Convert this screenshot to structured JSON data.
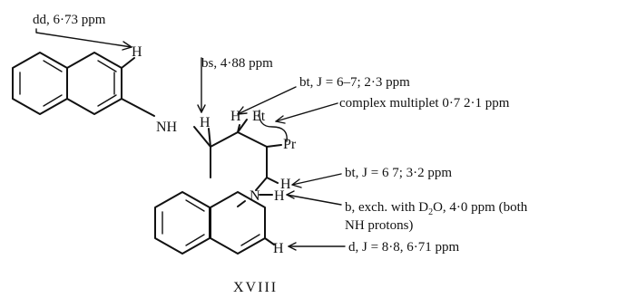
{
  "compound_label": "XVIII",
  "atoms": {
    "h_top": "H",
    "nh": "NH",
    "h_left": "H",
    "h_mid": "H",
    "et": "Et",
    "pr": "Pr",
    "h_right": "H",
    "n": "N",
    "h_nh": "H",
    "h_bottom": "H"
  },
  "annotations": {
    "dd": "dd, 6·73 ppm",
    "bs": "bs, 4·88 ppm",
    "bt1": "bt, J = 6–7; 2·3 ppm",
    "complex": "complex multiplet 0·7 2·1 ppm",
    "bt2": "bt, J = 6  7; 3·2 ppm",
    "b_pre": "b, exch. with D",
    "b_sub": "2",
    "b_post": "O, 4·0 ppm (both",
    "b_line2": "NH protons)",
    "d": "d, J = 8·8, 6·71 ppm"
  },
  "colors": {
    "ink": "#111111",
    "background": "#ffffff"
  }
}
